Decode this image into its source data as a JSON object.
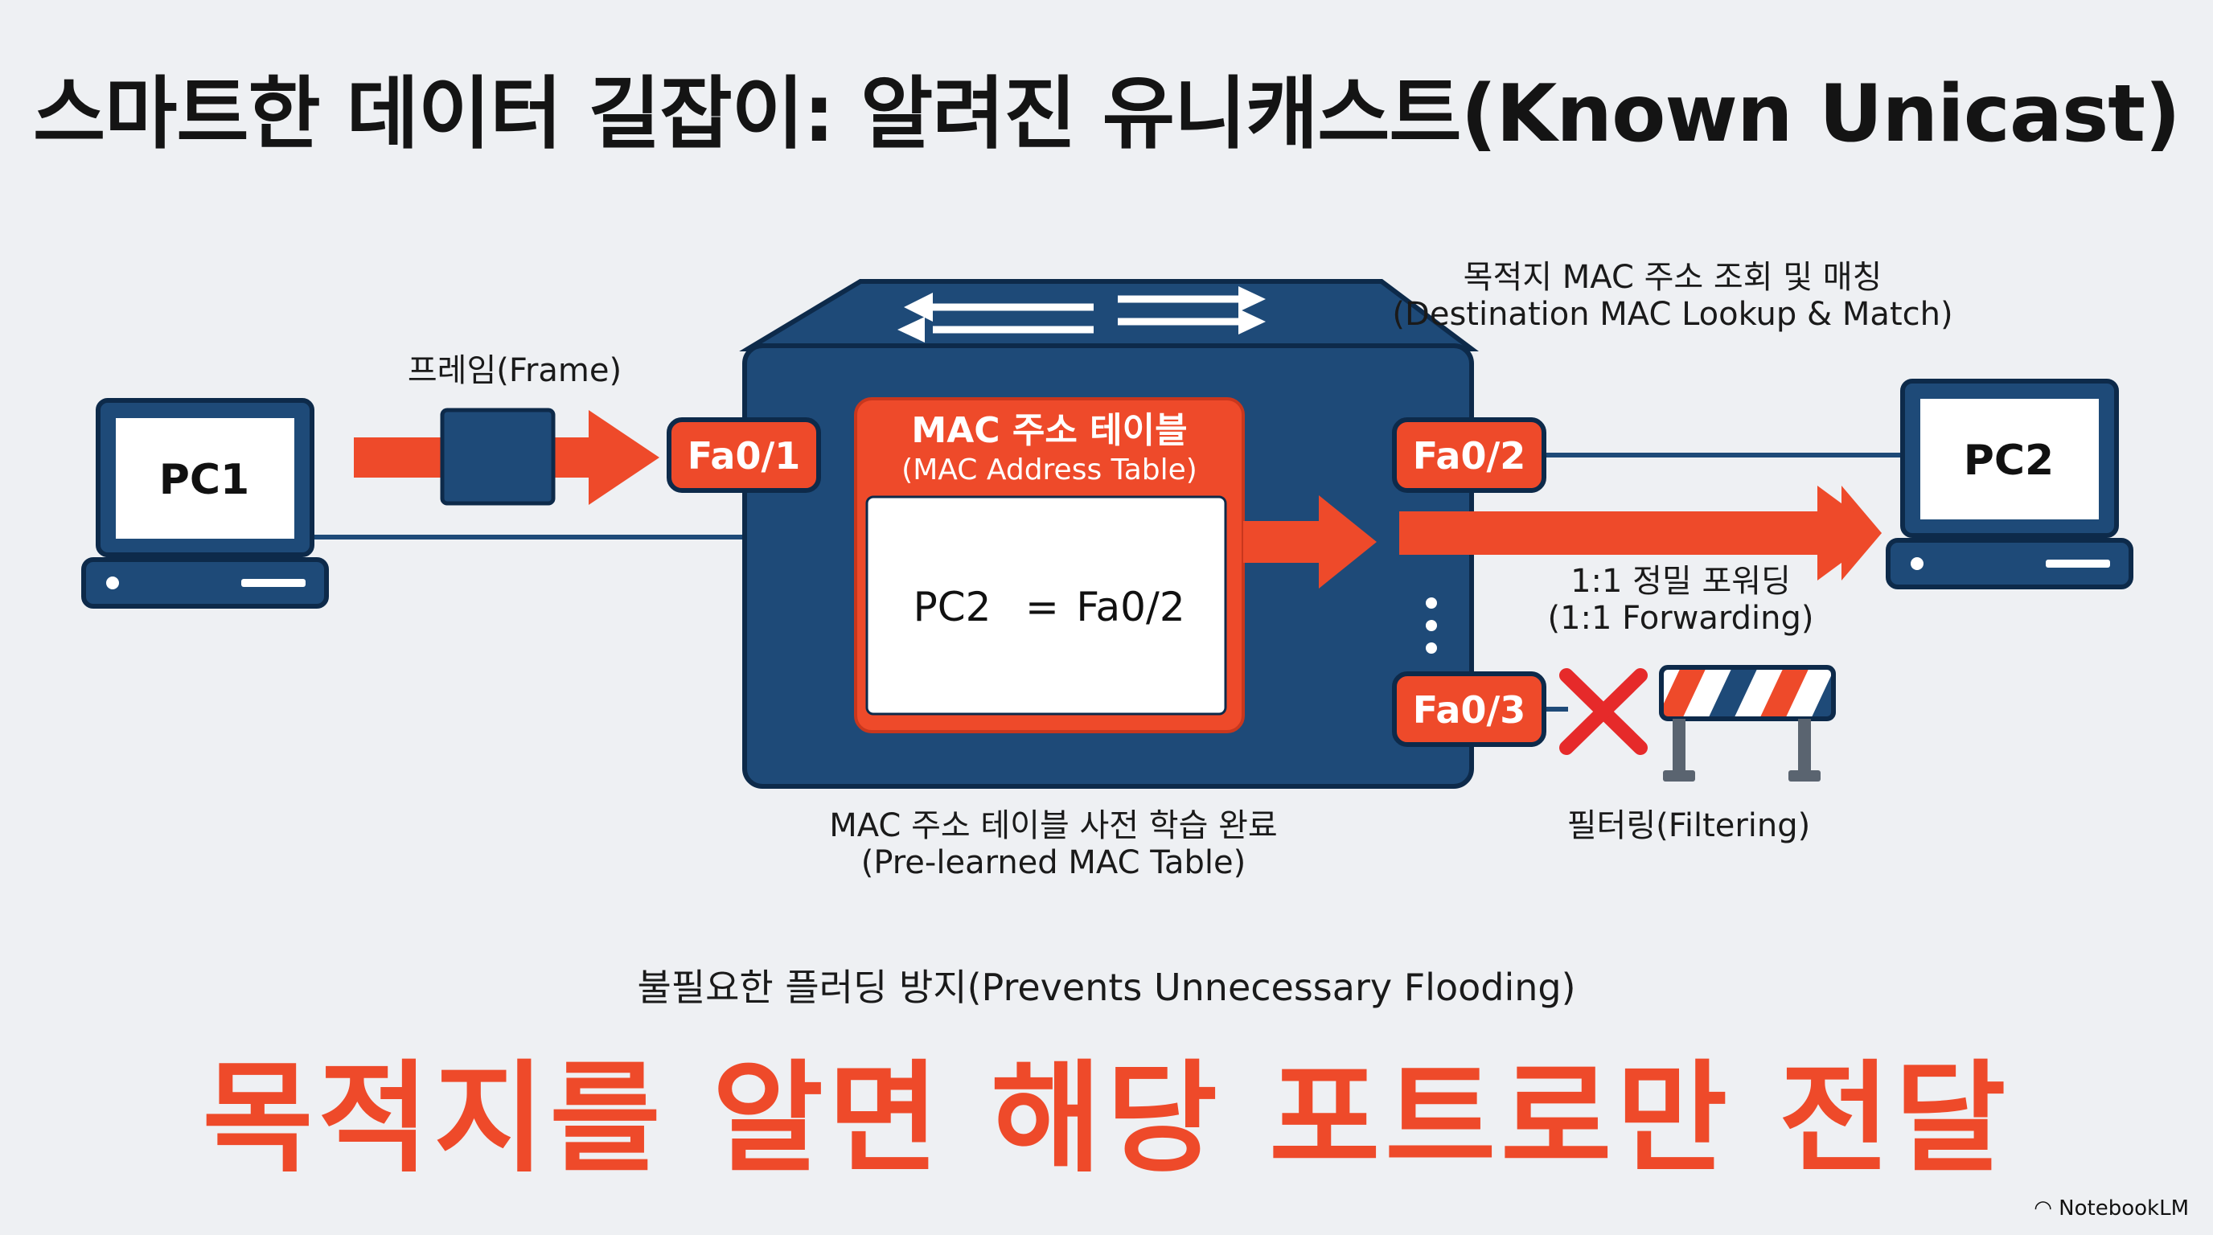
{
  "title": "스마트한 데이터 길잡이: 알려진 유니캐스트(Known Unicast)",
  "pc1_label": "PC1",
  "pc2_label": "PC2",
  "frame_label": "프레임(Frame)",
  "ports": {
    "p1": "Fa0/1",
    "p2": "Fa0/2",
    "p3": "Fa0/3"
  },
  "mac_table": {
    "title": "MAC 주소 테이블",
    "subtitle": "(MAC Address Table)",
    "entry_host": "PC2",
    "entry_eq": "=",
    "entry_port": "Fa0/2"
  },
  "lookup_label": {
    "line1": "목적지 MAC 주소 조회 및 매칭",
    "line2": "(Destination MAC Lookup & Match)"
  },
  "forwarding_label": {
    "line1": "1:1 정밀 포워딩",
    "line2": "(1:1 Forwarding)"
  },
  "filtering_label": "필터링(Filtering)",
  "prelearned_label": {
    "line1": "MAC 주소 테이블 사전 학습 완료",
    "line2": "(Pre-learned MAC Table)"
  },
  "subheadline": "불필요한 플러딩 방지(Prevents Unnecessary Flooding)",
  "headline": "목적지를 알면 해당 포트로만 전달",
  "brand": "NotebookLM",
  "colors": {
    "navy": "#1e4a78",
    "orange": "#ee4a2a",
    "dark": "#0d2a4a",
    "background": "#eef0f3"
  }
}
